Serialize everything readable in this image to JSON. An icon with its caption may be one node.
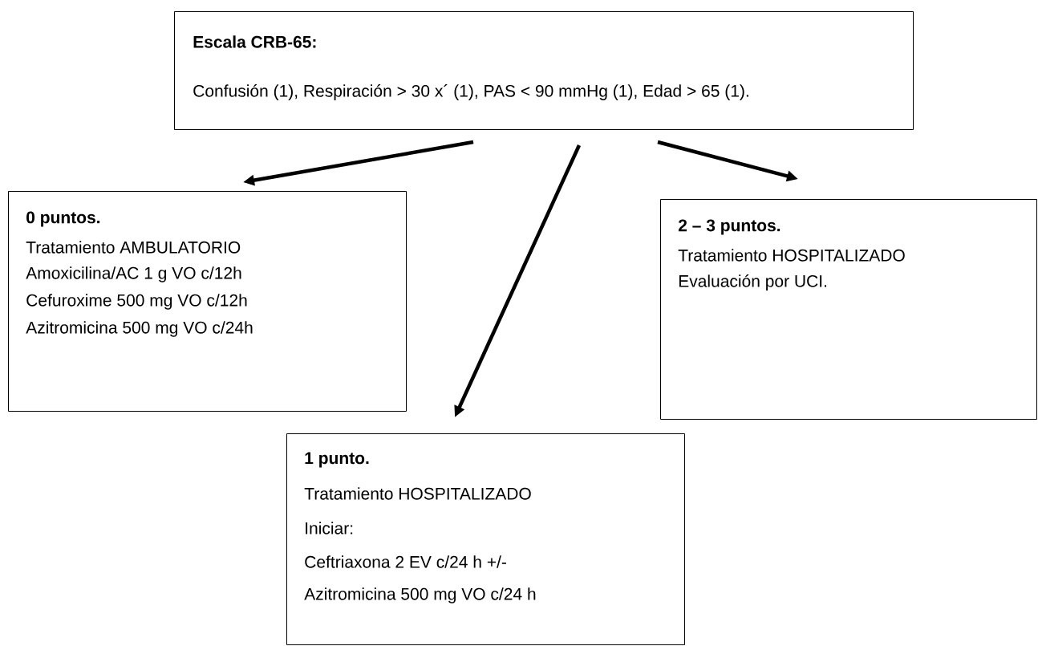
{
  "diagram": {
    "nodes": [
      {
        "text": [
          "Escala CRB-65:",
          "Confusión (1), Respiración > 30 x´ (1), PAS < 90 mmHg (1), Edad > 65 (1)."
        ]
      },
      {
        "text": [
          "0 puntos.",
          "Tratamiento AMBULATORIO",
          "Amoxicilina/AC 1 g VO c/12h",
          "Cefuroxime 500 mg VO c/12h",
          "Azitromicina 500 mg VO c/24h"
        ]
      },
      {
        "text": [
          "2 – 3 puntos.",
          "Tratamiento HOSPITALIZADO",
          "Evaluación por UCI."
        ]
      },
      {
        "text": [
          "1 punto.",
          "Tratamiento HOSPITALIZADO",
          "Iniciar:",
          "Ceftriaxona 2 EV c/24 h +/-",
          "Azitromicina 500 mg VO c/24 h"
        ]
      }
    ],
    "edges": [
      {
        "from": 0,
        "to": 1,
        "arrow": "to"
      },
      {
        "from": 0,
        "to": 3,
        "arrow": "to"
      },
      {
        "from": 0,
        "to": 2,
        "arrow": "to"
      }
    ]
  }
}
